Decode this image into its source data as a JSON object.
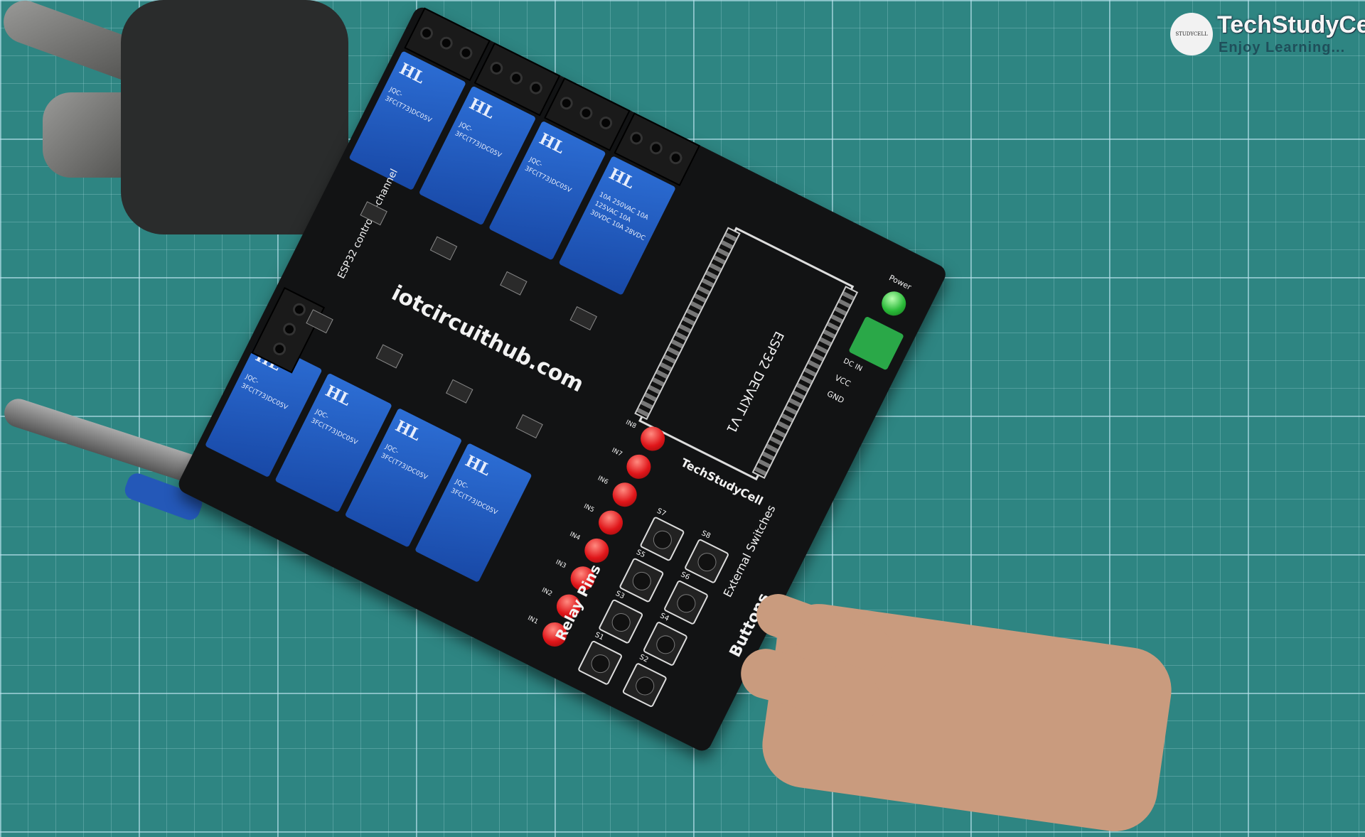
{
  "watermark": {
    "brand": "TechStudyCell",
    "tagline": "Enjoy Learning...",
    "logo_text": "STUDYCELL"
  },
  "board": {
    "title": "ESP32 control 8-channel",
    "website": "iotcircuithub.com",
    "module_label": "ESP32 DEVKIT V1",
    "brand": "TechStudyCell",
    "section_switches": "External Switches",
    "section_buttons": "Buttons",
    "section_relay_pins": "Relay Pins",
    "power_label": "Power",
    "vcc_label": "VCC",
    "gnd_label": "GND",
    "dc_label": "DC IN",
    "relay": {
      "brand": "HL",
      "model": "JQC-3FC(T73)DC05V",
      "spec": "10A 250VAC 10A 125VAC 10A 30VDC 10A 28VDC"
    },
    "led_labels": [
      "IN1",
      "IN2",
      "IN3",
      "IN4",
      "IN5",
      "IN6",
      "IN7",
      "IN8"
    ],
    "button_labels": [
      "S1",
      "S2",
      "S3",
      "S4",
      "S5",
      "S6",
      "S7",
      "S8"
    ],
    "colors": {
      "mat": "#2e8582",
      "pcb": "#121314",
      "relay": "#1f56bd",
      "led": "#e0161a",
      "terminal": "#2aa848"
    }
  }
}
